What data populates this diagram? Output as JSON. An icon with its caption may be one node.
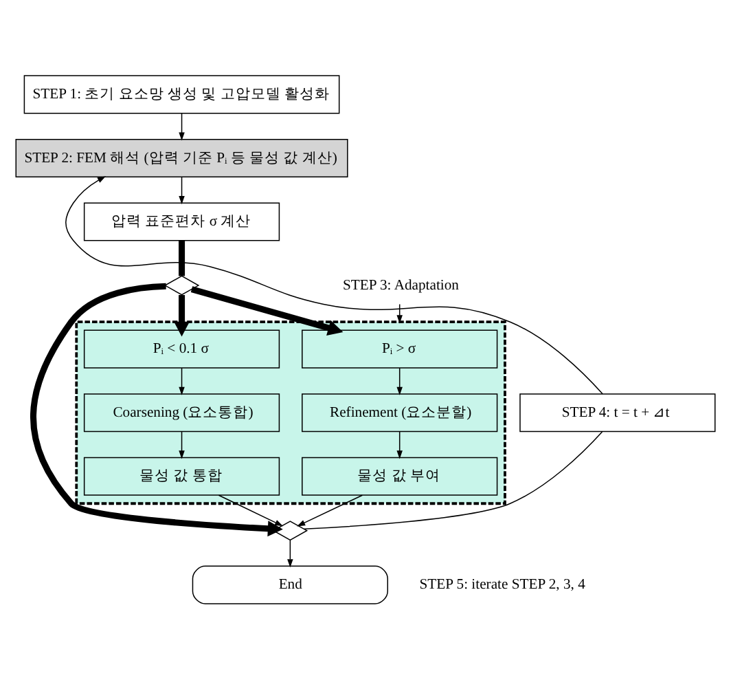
{
  "diagram": {
    "nodes": [
      {
        "text": [
          "STEP 1: 초기 요소망 생성 및 고압모델 활성화"
        ]
      },
      {
        "text": [
          "STEP 2: FEM 해석 (압력 기준 Pᵢ 등 물성 값 계산)"
        ]
      },
      {
        "text": [
          "압력 표준편차 σ 계산"
        ]
      },
      {
        "text": [
          "STEP 4: t = t + ⊿t"
        ]
      },
      {
        "text": [
          "STEP 3: Adaptation"
        ]
      },
      {
        "text": [],
        "shape": "diamond"
      },
      {
        "text": [],
        "shape": "box"
      },
      {
        "text": [
          "Pᵢ > σ"
        ],
        "in": 6
      },
      {
        "text": [
          "Refinement (요소분할)"
        ],
        "in": 6
      },
      {
        "text": [
          "물성 값 부여"
        ],
        "in": 6
      },
      {
        "text": [
          "Pᵢ < 0.1 σ"
        ],
        "in": 6
      },
      {
        "text": [
          "Coarsening (요소통합)"
        ],
        "in": 6
      },
      {
        "text": [
          "물성 값 통합"
        ],
        "in": 6
      },
      {
        "text": [],
        "shape": "diamond"
      },
      {
        "text": [
          "End"
        ]
      }
    ],
    "edges": [
      {
        "from": 0,
        "to": 1,
        "arrow": "to"
      },
      {
        "from": 3,
        "to": 1,
        "arrow": "to"
      },
      {
        "from": 1,
        "to": 2,
        "arrow": "to"
      },
      {
        "from": 2,
        "to": 5,
        "arrow": "none",
        "style": "thick"
      },
      {
        "from": 4,
        "to": 6,
        "arrow": "to"
      },
      {
        "from": 5,
        "to": 7,
        "arrow": "to",
        "style": "thick"
      },
      {
        "from": 5,
        "to": 10,
        "arrow": "to",
        "style": "thick"
      },
      {
        "from": 5,
        "to": 13,
        "arrow": "to",
        "style": "thick"
      },
      {
        "from": 7,
        "to": 8,
        "arrow": "to"
      },
      {
        "from": 8,
        "to": 9,
        "arrow": "to"
      },
      {
        "from": 10,
        "to": 11,
        "arrow": "to"
      },
      {
        "from": 11,
        "to": 12,
        "arrow": "to"
      },
      {
        "from": 9,
        "to": 13,
        "arrow": "to"
      },
      {
        "from": 12,
        "to": 13,
        "arrow": "to"
      },
      {
        "from": 13,
        "to": 14,
        "arrow": "to"
      },
      {
        "from": 13,
        "to": 3,
        "arrow": "none"
      }
    ],
    "labels": [
      "STEP 5: iterate STEP 2, 3, 4"
    ]
  }
}
